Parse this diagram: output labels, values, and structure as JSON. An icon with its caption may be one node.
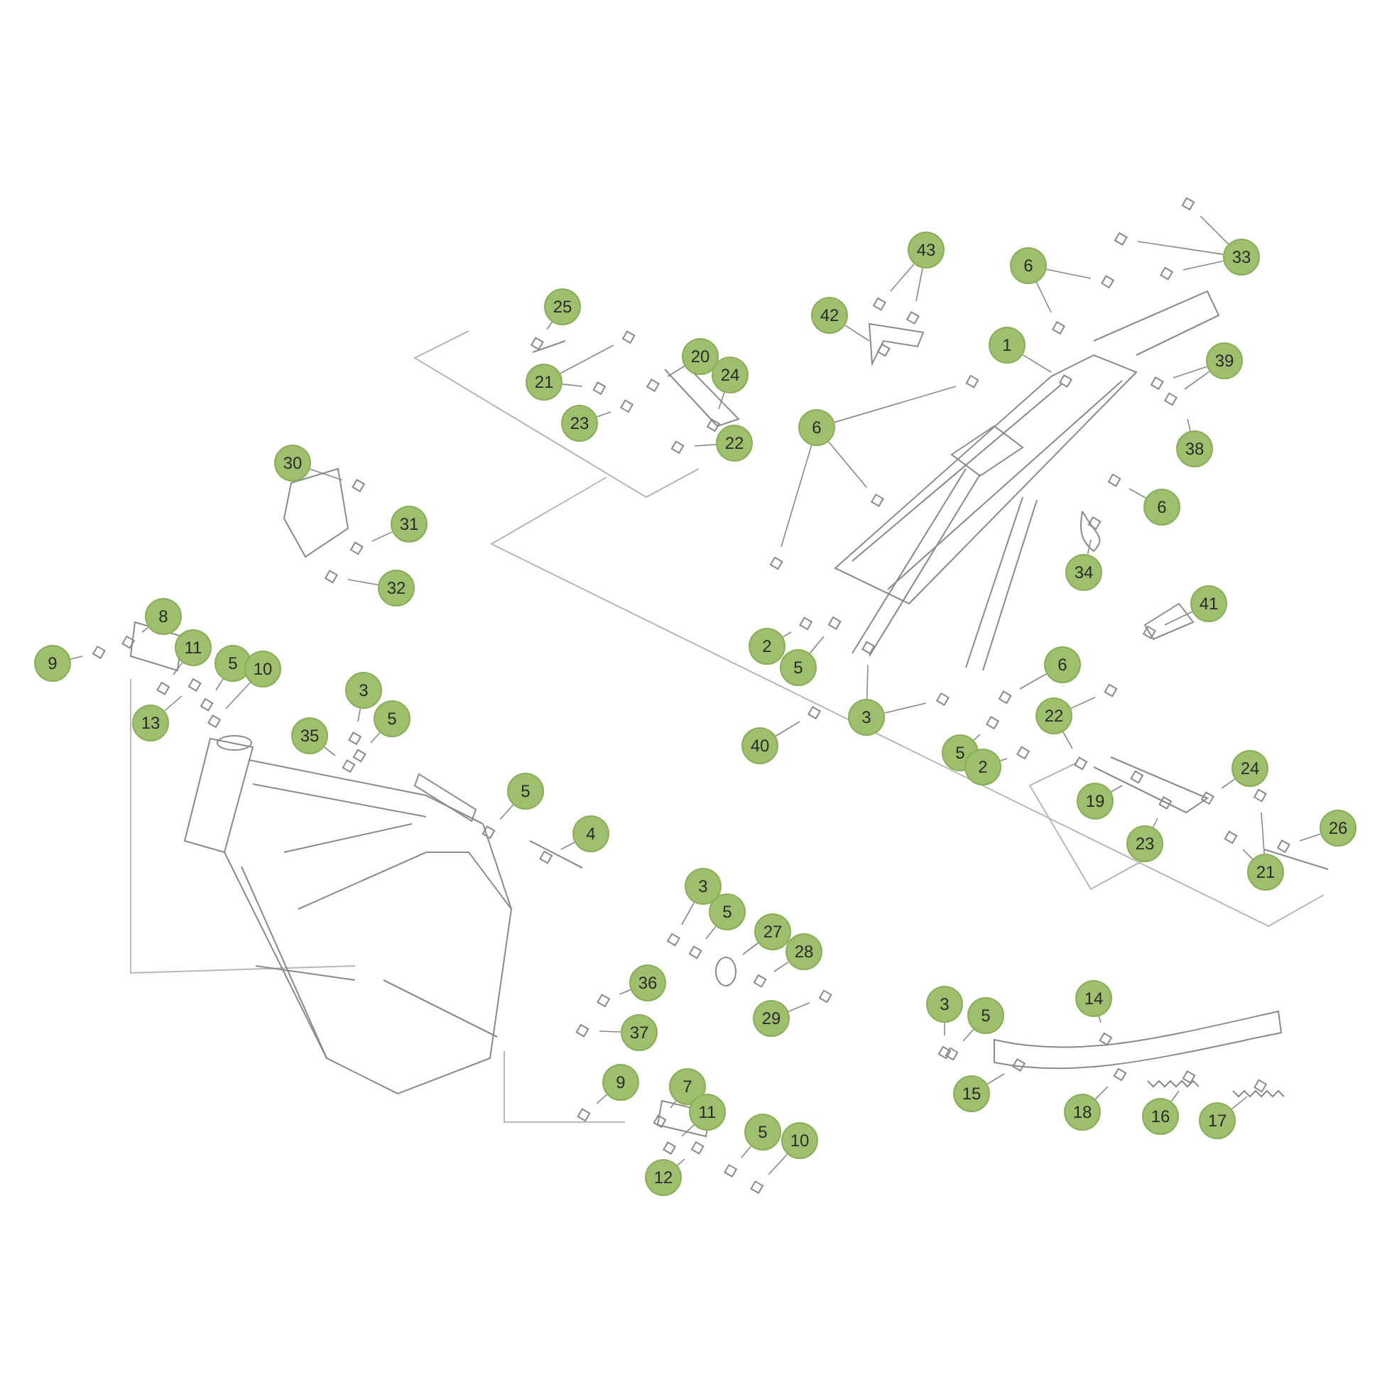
{
  "diagram": {
    "nodes": [
      {
        "text": [
          "43"
        ]
      },
      {
        "text": [
          "6"
        ]
      },
      {
        "text": [
          "33"
        ]
      },
      {
        "text": [
          "42"
        ]
      },
      {
        "text": [
          "1"
        ]
      },
      {
        "text": [
          "25"
        ]
      },
      {
        "text": [
          "20"
        ]
      },
      {
        "text": [
          "21"
        ]
      },
      {
        "text": [
          "24"
        ]
      },
      {
        "text": [
          "39"
        ]
      },
      {
        "text": [
          "23"
        ]
      },
      {
        "text": [
          "22"
        ]
      },
      {
        "text": [
          "6"
        ]
      },
      {
        "text": [
          "38"
        ]
      },
      {
        "text": [
          "30"
        ]
      },
      {
        "text": [
          "6"
        ]
      },
      {
        "text": [
          "31"
        ]
      },
      {
        "text": [
          "34"
        ]
      },
      {
        "text": [
          "32"
        ]
      },
      {
        "text": [
          "41"
        ]
      },
      {
        "text": [
          "8"
        ]
      },
      {
        "text": [
          "9"
        ]
      },
      {
        "text": [
          "11"
        ]
      },
      {
        "text": [
          "5"
        ]
      },
      {
        "text": [
          "10"
        ]
      },
      {
        "text": [
          "13"
        ]
      },
      {
        "text": [
          "2"
        ]
      },
      {
        "text": [
          "5"
        ]
      },
      {
        "text": [
          "6"
        ]
      },
      {
        "text": [
          "3"
        ]
      },
      {
        "text": [
          "5"
        ]
      },
      {
        "text": [
          "3"
        ]
      },
      {
        "text": [
          "22"
        ]
      },
      {
        "text": [
          "35"
        ]
      },
      {
        "text": [
          "40"
        ]
      },
      {
        "text": [
          "5"
        ]
      },
      {
        "text": [
          "2"
        ]
      },
      {
        "text": [
          "24"
        ]
      },
      {
        "text": [
          "19"
        ]
      },
      {
        "text": [
          "5"
        ]
      },
      {
        "text": [
          "4"
        ]
      },
      {
        "text": [
          "26"
        ]
      },
      {
        "text": [
          "23"
        ]
      },
      {
        "text": [
          "21"
        ]
      },
      {
        "text": [
          "3"
        ]
      },
      {
        "text": [
          "5"
        ]
      },
      {
        "text": [
          "27"
        ]
      },
      {
        "text": [
          "28"
        ]
      },
      {
        "text": [
          "36"
        ]
      },
      {
        "text": [
          "29"
        ]
      },
      {
        "text": [
          "37"
        ]
      },
      {
        "text": [
          "3"
        ]
      },
      {
        "text": [
          "14"
        ]
      },
      {
        "text": [
          "5"
        ]
      },
      {
        "text": [
          "15"
        ]
      },
      {
        "text": [
          "9"
        ]
      },
      {
        "text": [
          "7"
        ]
      },
      {
        "text": [
          "11"
        ]
      },
      {
        "text": [
          "18"
        ]
      },
      {
        "text": [
          "16"
        ]
      },
      {
        "text": [
          "17"
        ]
      },
      {
        "text": [
          "5"
        ]
      },
      {
        "text": [
          "10"
        ]
      },
      {
        "text": [
          "12"
        ]
      }
    ],
    "edges": [
      {
        "from": 0,
        "to": null,
        "arrow": "none"
      },
      {
        "from": 0,
        "to": null,
        "arrow": "none"
      },
      {
        "from": 1,
        "to": null,
        "arrow": "none"
      },
      {
        "from": 1,
        "to": null,
        "arrow": "none"
      },
      {
        "from": 2,
        "to": null,
        "arrow": "none"
      },
      {
        "from": 2,
        "to": null,
        "arrow": "none"
      },
      {
        "from": 2,
        "to": null,
        "arrow": "none"
      },
      {
        "from": 3,
        "to": null,
        "arrow": "none"
      },
      {
        "from": 4,
        "to": null,
        "arrow": "none"
      },
      {
        "from": 5,
        "to": null,
        "arrow": "none"
      },
      {
        "from": 6,
        "to": null,
        "arrow": "none"
      },
      {
        "from": 7,
        "to": null,
        "arrow": "none"
      },
      {
        "from": 7,
        "to": null,
        "arrow": "none"
      },
      {
        "from": 8,
        "to": null,
        "arrow": "none"
      },
      {
        "from": 9,
        "to": null,
        "arrow": "none"
      },
      {
        "from": 9,
        "to": null,
        "arrow": "none"
      },
      {
        "from": 10,
        "to": null,
        "arrow": "none"
      },
      {
        "from": 11,
        "to": null,
        "arrow": "none"
      },
      {
        "from": 12,
        "to": null,
        "arrow": "none"
      },
      {
        "from": 12,
        "to": null,
        "arrow": "none"
      },
      {
        "from": 12,
        "to": null,
        "arrow": "none"
      },
      {
        "from": 13,
        "to": null,
        "arrow": "none"
      },
      {
        "from": 14,
        "to": null,
        "arrow": "none"
      },
      {
        "from": 15,
        "to": null,
        "arrow": "none"
      },
      {
        "from": 16,
        "to": null,
        "arrow": "none"
      },
      {
        "from": 17,
        "to": null,
        "arrow": "none"
      },
      {
        "from": 18,
        "to": null,
        "arrow": "none"
      },
      {
        "from": 19,
        "to": null,
        "arrow": "none"
      },
      {
        "from": 20,
        "to": null,
        "arrow": "none"
      },
      {
        "from": 21,
        "to": null,
        "arrow": "none"
      },
      {
        "from": 22,
        "to": null,
        "arrow": "none"
      },
      {
        "from": 23,
        "to": null,
        "arrow": "none"
      },
      {
        "from": 24,
        "to": null,
        "arrow": "none"
      },
      {
        "from": 25,
        "to": null,
        "arrow": "none"
      },
      {
        "from": 26,
        "to": null,
        "arrow": "none"
      },
      {
        "from": 27,
        "to": null,
        "arrow": "none"
      },
      {
        "from": 28,
        "to": null,
        "arrow": "none"
      },
      {
        "from": 29,
        "to": null,
        "arrow": "none"
      },
      {
        "from": 30,
        "to": null,
        "arrow": "none"
      },
      {
        "from": 31,
        "to": null,
        "arrow": "none"
      },
      {
        "from": 31,
        "to": null,
        "arrow": "none"
      },
      {
        "from": 32,
        "to": null,
        "arrow": "none"
      },
      {
        "from": 32,
        "to": null,
        "arrow": "none"
      },
      {
        "from": 33,
        "to": null,
        "arrow": "none"
      },
      {
        "from": 34,
        "to": null,
        "arrow": "none"
      },
      {
        "from": 35,
        "to": null,
        "arrow": "none"
      },
      {
        "from": 36,
        "to": null,
        "arrow": "none"
      },
      {
        "from": 37,
        "to": null,
        "arrow": "none"
      },
      {
        "from": 38,
        "to": null,
        "arrow": "none"
      },
      {
        "from": 39,
        "to": null,
        "arrow": "none"
      },
      {
        "from": 40,
        "to": null,
        "arrow": "none"
      },
      {
        "from": 41,
        "to": null,
        "arrow": "none"
      },
      {
        "from": 42,
        "to": null,
        "arrow": "none"
      },
      {
        "from": 43,
        "to": null,
        "arrow": "none"
      },
      {
        "from": 43,
        "to": null,
        "arrow": "none"
      },
      {
        "from": 44,
        "to": null,
        "arrow": "none"
      },
      {
        "from": 45,
        "to": null,
        "arrow": "none"
      },
      {
        "from": 46,
        "to": null,
        "arrow": "none"
      },
      {
        "from": 47,
        "to": null,
        "arrow": "none"
      },
      {
        "from": 48,
        "to": null,
        "arrow": "none"
      },
      {
        "from": 49,
        "to": null,
        "arrow": "none"
      },
      {
        "from": 50,
        "to": null,
        "arrow": "none"
      },
      {
        "from": 51,
        "to": null,
        "arrow": "none"
      },
      {
        "from": 52,
        "to": null,
        "arrow": "none"
      },
      {
        "from": 53,
        "to": null,
        "arrow": "none"
      },
      {
        "from": 54,
        "to": null,
        "arrow": "none"
      },
      {
        "from": 55,
        "to": null,
        "arrow": "none"
      },
      {
        "from": 56,
        "to": null,
        "arrow": "none"
      },
      {
        "from": 57,
        "to": null,
        "arrow": "none"
      },
      {
        "from": 58,
        "to": null,
        "arrow": "none"
      },
      {
        "from": 59,
        "to": null,
        "arrow": "none"
      },
      {
        "from": 60,
        "to": null,
        "arrow": "none"
      },
      {
        "from": 61,
        "to": null,
        "arrow": "none"
      },
      {
        "from": 62,
        "to": null,
        "arrow": "none"
      },
      {
        "from": 63,
        "to": null,
        "arrow": "none"
      }
    ]
  }
}
